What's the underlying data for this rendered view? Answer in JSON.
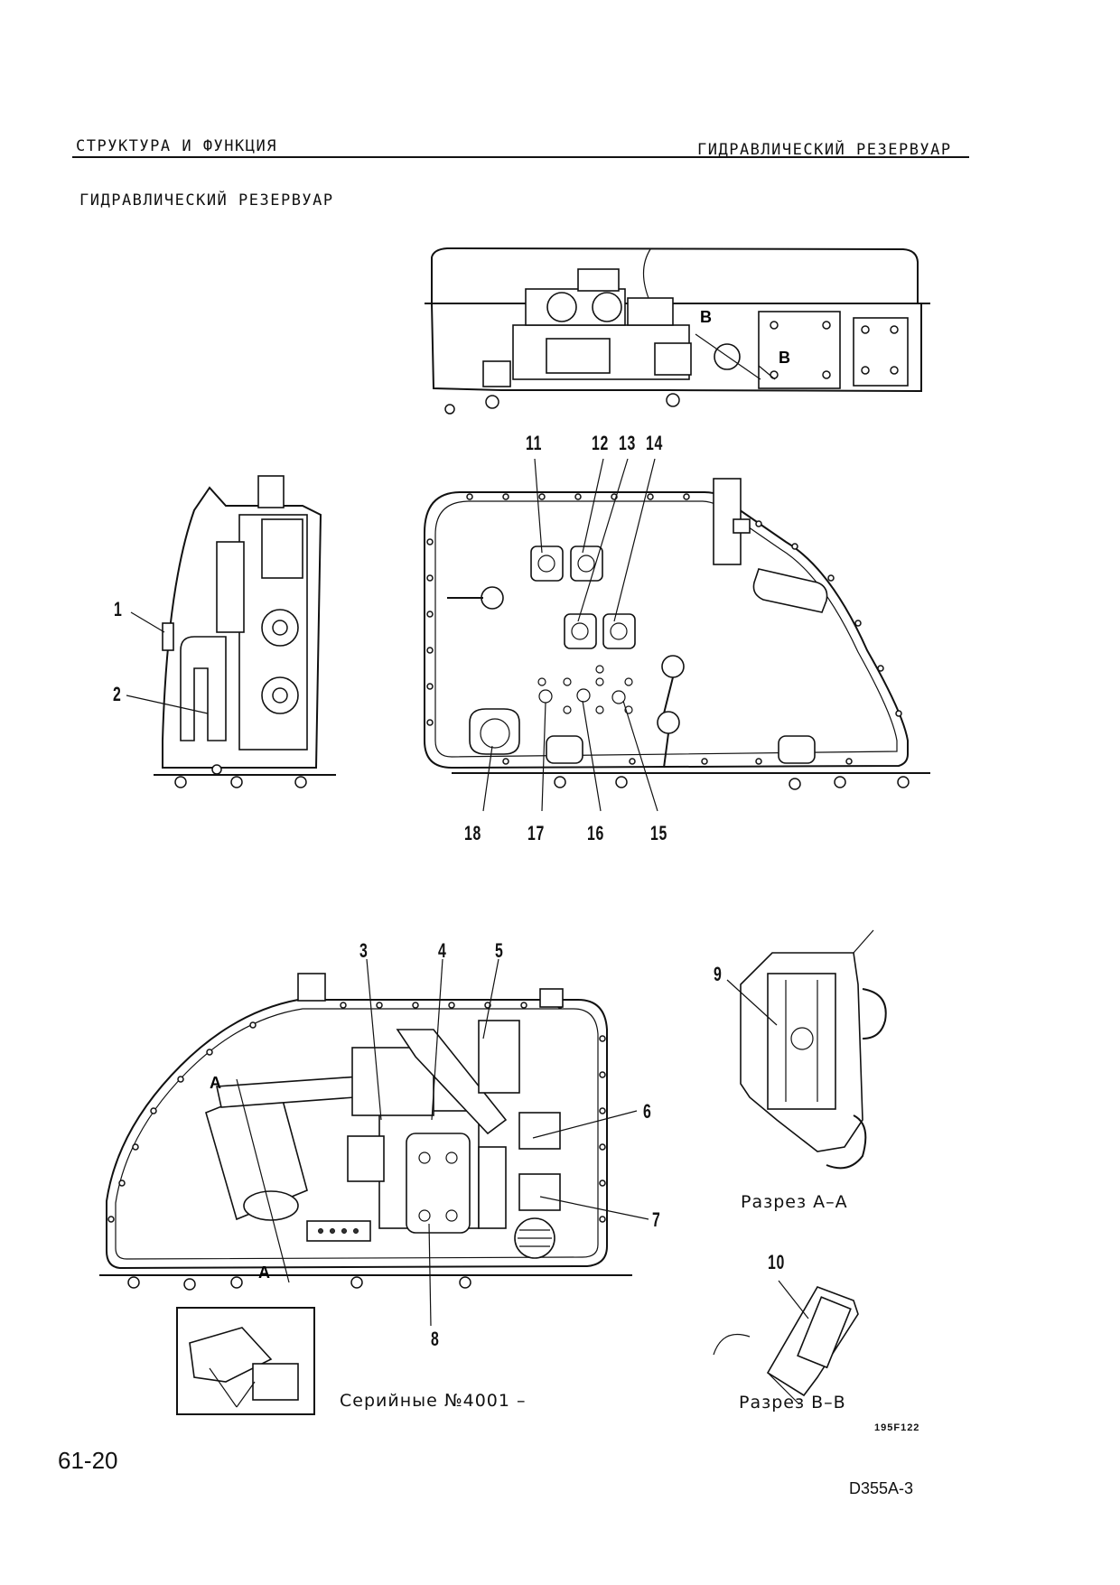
{
  "header": {
    "section": "СТРУКТУРА И ФУНКЦИЯ",
    "chapter": "ГИДРАВЛИЧЕСКИЙ РЕЗЕРВУАР"
  },
  "title": "ГИДРАВЛИЧЕСКИЙ РЕЗЕРВУАР",
  "callouts": {
    "c1": "1",
    "c2": "2",
    "c3": "3",
    "c4": "4",
    "c5": "5",
    "c6": "6",
    "c7": "7",
    "c8": "8",
    "c9": "9",
    "c10": "10",
    "c11": "11",
    "c12": "12",
    "c13": "13",
    "c14": "14",
    "c15": "15",
    "c16": "16",
    "c17": "17",
    "c18": "18"
  },
  "section_marks": {
    "a": "A",
    "b": "B"
  },
  "captions": {
    "section_aa": "Разрез A–A",
    "section_bb": "Разрез B–B",
    "serial": "Серийные №4001 –"
  },
  "drawing_code": "195F122",
  "footer": {
    "page_number": "61-20",
    "model": "D355A-3"
  }
}
